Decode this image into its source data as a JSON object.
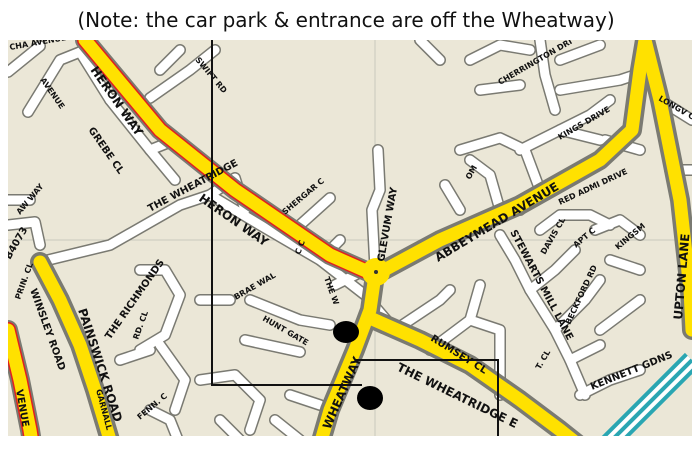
{
  "note": "(Note: the car park & entrance are off the Wheatway)",
  "colors": {
    "land": "#ebe7d7",
    "grid": "#c8c9be",
    "major_fill": "#ffe100",
    "minor_fill": "#ffffff",
    "casing": "#7a7a72",
    "heron_edge": "#e02020",
    "rail": "#2aa6b2",
    "annotation": "#111111",
    "marker": "#000000"
  },
  "roads": {
    "heron_way": "HERON WAY",
    "abbeymead_avenue": "ABBEYMEAD AVENUE",
    "upton_lane": "UPTON LANE",
    "wheatway": "WHEATWAY",
    "the_wheatridge_east": "THE WHEATRIDGE E",
    "painswick_road": "PAINSWICK ROAD",
    "b4073": "B4073",
    "the_wheatridge": "THE WHEATRIDGE",
    "glevum_way": "GLEVUM WAY",
    "stewarts_mill_lane": "STEWARTS MILL LANE",
    "rumsey_cl": "RUMSEY CL",
    "kennett_gdns": "KENNETT GDNS",
    "the_richmonds": "THE RICHMONDS",
    "winsley_road": "WINSLEY ROAD",
    "grebe_cl": "GREBE CL",
    "shergar_c": "SHERGAR C",
    "cherrington_dri": "CHERRINGTON DRI",
    "kings_drive": "KINGS DRIVE",
    "red_admi_drive": "RED ADMI DRIVE",
    "beckford_rd": "BECKFORD RD",
    "davis_cl": "DAVIS CL",
    "kingsm": "KINGSM",
    "hunt_gate": "HUNT GATE",
    "brae_wal": "BRAE WAL",
    "garnall": "GARNALL",
    "fenn_c": "FENN. C",
    "avenue_w": "AVENUE",
    "chaavenue": "CHA AVENUE",
    "swift_rd": "SWIFT RD",
    "longv_c": "LONGV C",
    "t_cl": "T. CL",
    "venue": "VENUE",
    "aw_way": "AW WAY",
    "prin_cl": "PRIN. CL",
    "rd_cl": "RD. CL",
    "the_w": "THE W",
    "c_c": "C C",
    "apt_c": "APT C",
    "om": "OM"
  },
  "markers": [
    {
      "name": "entrance-marker-1"
    },
    {
      "name": "entrance-marker-2"
    }
  ]
}
